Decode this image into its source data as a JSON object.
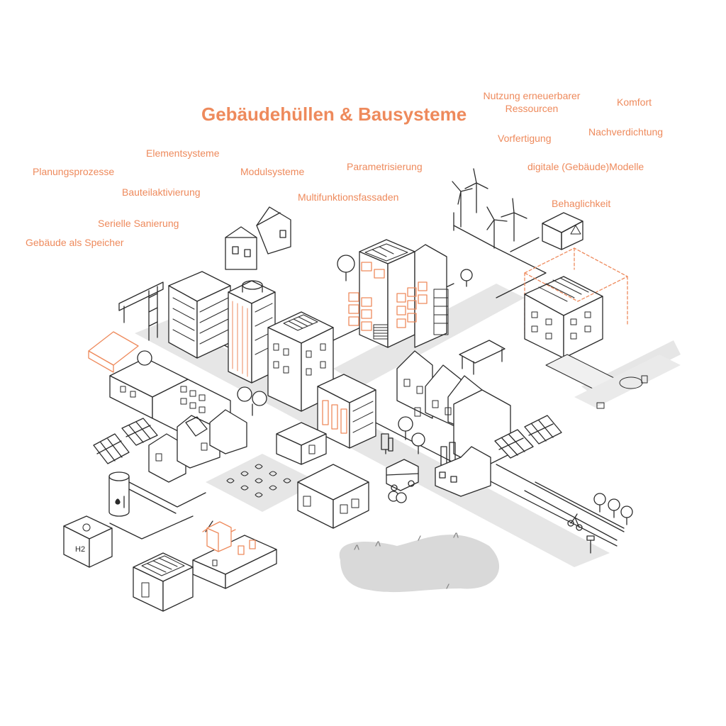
{
  "title": "Gebäudehüllen & Bausysteme",
  "terms": {
    "nutzung_line1": "Nutzung erneuerbarer",
    "nutzung_line2": "Ressourcen",
    "komfort": "Komfort",
    "vorfertigung": "Vorfertigung",
    "nachverdichtung": "Nachverdichtung",
    "elementsysteme": "Elementsysteme",
    "planungsprozesse": "Planungsprozesse",
    "modulsysteme": "Modulsysteme",
    "parametrisierung": "Parametrisierung",
    "digitale_modelle": "digitale (Gebäude)Modelle",
    "bauteilaktivierung": "Bauteilaktivierung",
    "multifunktionsfassaden": "Multifunktionsfassaden",
    "behaglichkeit": "Behaglichkeit",
    "serielle_sanierung": "Serielle Sanierung",
    "gebaeude_als_speicher": "Gebäude als Speicher"
  },
  "h2_label": "H2",
  "colors": {
    "accent": "#ee8a5c",
    "line": "#2b2b2b",
    "road": "#e6e6e6",
    "lake": "#d9d9d9"
  }
}
